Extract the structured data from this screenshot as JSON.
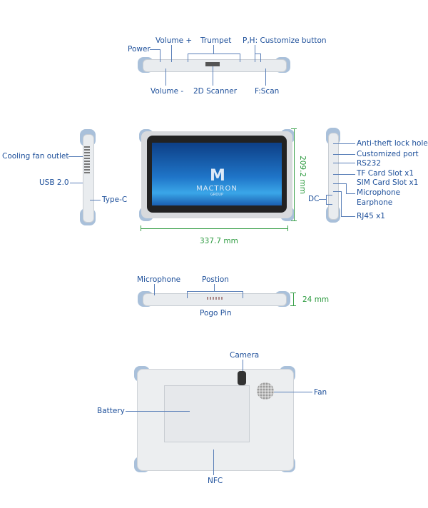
{
  "top_view": {
    "power": "Power",
    "volume_up": "Volume +",
    "trumpet": "Trumpet",
    "custom_button": "P,H: Customize button",
    "volume_down": "Volume -",
    "scanner": "2D Scanner",
    "scan": "F:Scan"
  },
  "left_view": {
    "fan_outlet": "Cooling fan outlet",
    "usb": "USB 2.0",
    "type_c": "Type-C"
  },
  "front_view": {
    "height": "209.2 mm",
    "width": "337.7 mm",
    "brand": "MACTRON",
    "brand_sub": "GROUP"
  },
  "right_view": {
    "labels": [
      "Anti-theft lock hole",
      "Customized port",
      "RS232",
      "TF Card Slot x1",
      "SIM Card Slot x1",
      "Microphone",
      "Earphone",
      "RJ45 x1"
    ],
    "dc": "DC"
  },
  "bottom_view": {
    "microphone": "Microphone",
    "position": "Postion",
    "pogo": "Pogo Pin",
    "thickness": "24 mm"
  },
  "back_view": {
    "camera": "Camera",
    "fan": "Fan",
    "battery": "Battery",
    "nfc": "NFC"
  },
  "colors": {
    "label": "#1d4f9a",
    "dimension": "#2b9a3e"
  }
}
